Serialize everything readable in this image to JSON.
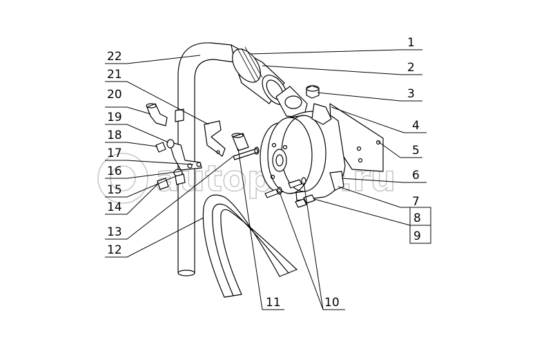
{
  "watermark": "autopiter.ru",
  "callouts": [
    {
      "id": "1",
      "label": "1"
    },
    {
      "id": "2",
      "label": "2"
    },
    {
      "id": "3",
      "label": "3"
    },
    {
      "id": "4",
      "label": "4"
    },
    {
      "id": "5",
      "label": "5"
    },
    {
      "id": "6",
      "label": "6"
    },
    {
      "id": "7",
      "label": "7"
    },
    {
      "id": "8",
      "label": "8"
    },
    {
      "id": "9",
      "label": "9"
    },
    {
      "id": "10",
      "label": "10"
    },
    {
      "id": "11",
      "label": "11"
    },
    {
      "id": "12",
      "label": "12"
    },
    {
      "id": "13",
      "label": "13"
    },
    {
      "id": "14",
      "label": "14"
    },
    {
      "id": "15",
      "label": "15"
    },
    {
      "id": "16",
      "label": "16"
    },
    {
      "id": "17",
      "label": "17"
    },
    {
      "id": "18",
      "label": "18"
    },
    {
      "id": "19",
      "label": "19"
    },
    {
      "id": "20",
      "label": "20"
    },
    {
      "id": "21",
      "label": "21"
    },
    {
      "id": "22",
      "label": "22"
    }
  ]
}
